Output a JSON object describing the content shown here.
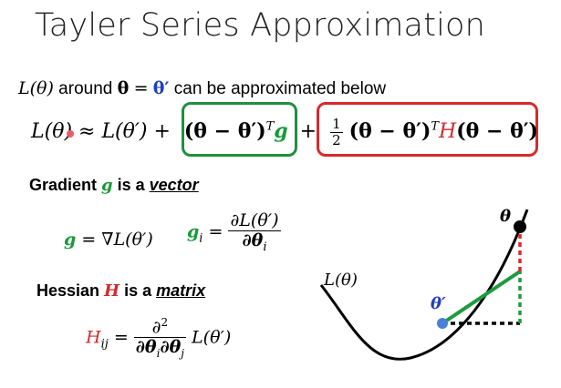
{
  "title": "Tayler Series Approximation",
  "intro": {
    "lhs": "L(θ)",
    "around": "around",
    "theta": "θ",
    "eq": "=",
    "theta_prime": "θ′",
    "tail": "can be approximated below"
  },
  "main_equation": {
    "lhs": "L(θ) ≈ L(θ′) + ",
    "term1_open": "(θ − θ′)",
    "term1_sup": "T",
    "term1_g": "g",
    "plus": "+",
    "half_num": "1",
    "half_den": "2",
    "term2_a": "(θ − θ′)",
    "term2_sup": "T",
    "term2_H": "H",
    "term2_b": "(θ − θ′)"
  },
  "gradient": {
    "label_pre": "Gradient ",
    "symbol": "g",
    "label_mid": " is a ",
    "kind": "vector",
    "eq_g_lhs": "g",
    "eq_g_rhs": " = ∇L(θ′)",
    "gi_lhs": "g",
    "gi_sub": "i",
    "gi_eq": " = ",
    "gi_num": "∂L(θ′)",
    "gi_den_pre": "∂θ",
    "gi_den_sub": "i"
  },
  "hessian": {
    "label_pre": "Hessian ",
    "symbol": "H",
    "label_mid": " is a ",
    "kind": "matrix",
    "h_lhs": "H",
    "h_sub": "ij",
    "h_eq": " = ",
    "h_num": "∂",
    "h_num_sup": "2",
    "h_den": "∂θ",
    "h_den_sub1": "i",
    "h_den_mid": "∂θ",
    "h_den_sub2": "j",
    "h_tail": " L(θ′)"
  },
  "plot": {
    "curve_label": "L(θ)",
    "point_theta": "θ",
    "point_theta_prime": "θ′",
    "colors": {
      "curve": "#000000",
      "tangent": "#1f9a3f",
      "red_dash": "#d82a2a",
      "green_dash": "#1f9a3f",
      "black_dash": "#000000",
      "theta_prime_point": "#4a7fd6",
      "theta_point": "#000000"
    }
  },
  "colors": {
    "blue": "#1f3fbf",
    "green": "#1a9a3a",
    "red": "#d22a2a"
  }
}
